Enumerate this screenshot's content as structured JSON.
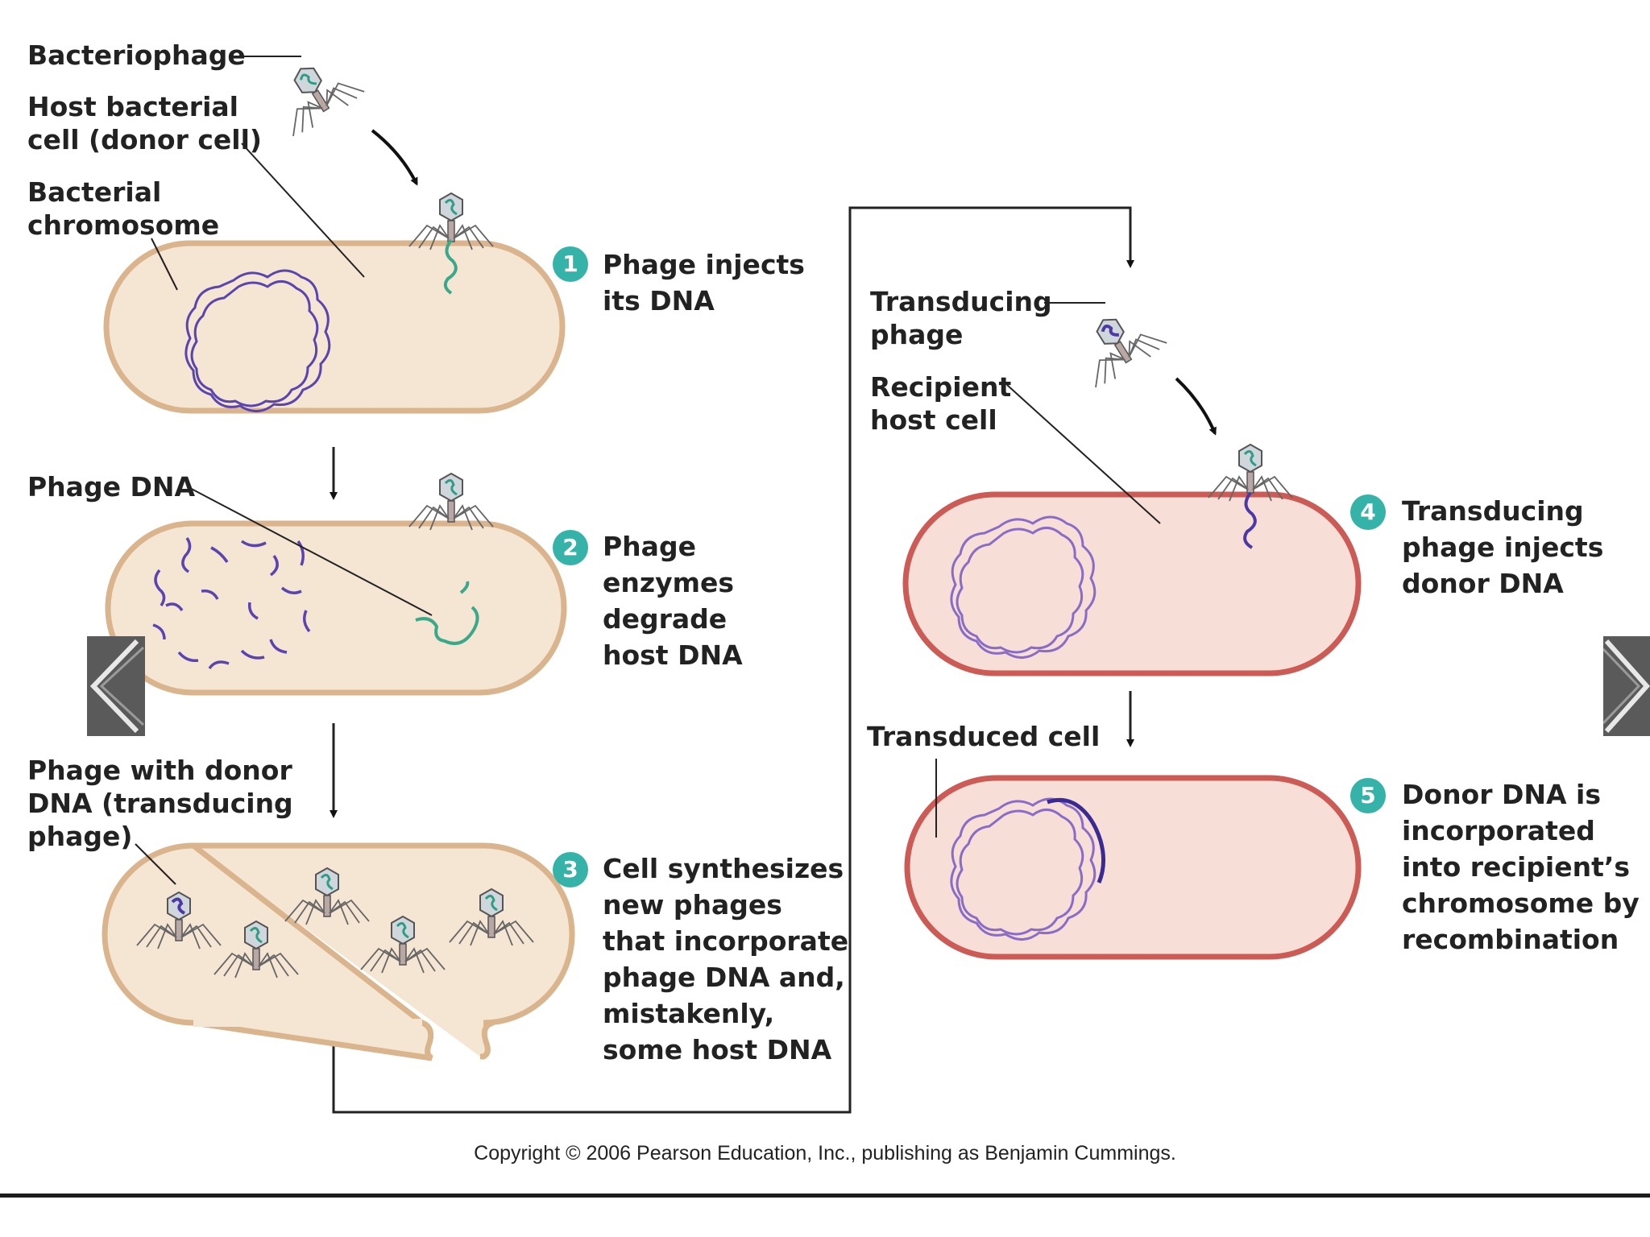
{
  "labels": {
    "bacteriophage": "Bacteriophage",
    "host_cell": "Host bacterial\ncell (donor cell)",
    "bacterial_chromosome": "Bacterial\nchromosome",
    "phage_dna": "Phage DNA",
    "phage_with_donor": "Phage with donor\nDNA (transducing\nphage)",
    "transducing_phage": "Transducing\nphage",
    "recipient_host_cell": "Recipient\nhost cell",
    "transduced_cell": "Transduced cell"
  },
  "steps": [
    {
      "number": "1",
      "text": "Phage injects\nits DNA"
    },
    {
      "number": "2",
      "text": "Phage\nenzymes\ndegrade\nhost DNA"
    },
    {
      "number": "3",
      "text": "Cell synthesizes\nnew phages\nthat incorporate\nphage DNA and,\nmistakenly,\nsome host DNA"
    },
    {
      "number": "4",
      "text": "Transducing\nphage injects\ndonor DNA"
    },
    {
      "number": "5",
      "text": "Donor DNA is\nincorporated\ninto recipient’s\nchromosome by\nrecombination"
    }
  ],
  "copyright": "Copyright © 2006 Pearson Education, Inc., publishing as Benjamin Cummings.",
  "nav": {
    "prev_icon": "chevron-left-icon",
    "next_icon": "chevron-right-icon"
  },
  "colors": {
    "donor_cell_fill": "#f5e6d3",
    "donor_cell_stroke": "#d9b48d",
    "recipient_cell_fill": "#f7dfd7",
    "recipient_cell_stroke": "#cc5a55",
    "host_dna": "#5a44b0",
    "phage_dna": "#3aa88a",
    "step_badge": "#35b3a9"
  }
}
